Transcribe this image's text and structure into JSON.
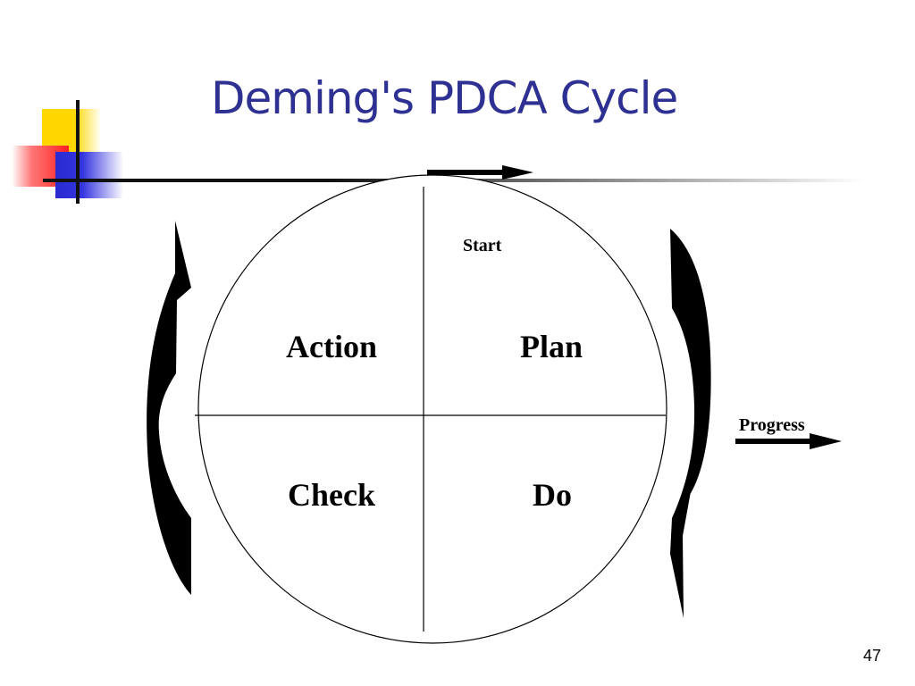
{
  "slide": {
    "title": "Deming's PDCA Cycle",
    "page_number": "47"
  },
  "diagram": {
    "quadrants": {
      "plan": "Plan",
      "do": "Do",
      "check": "Check",
      "action": "Action"
    },
    "start_label": "Start",
    "progress_label": "Progress"
  }
}
